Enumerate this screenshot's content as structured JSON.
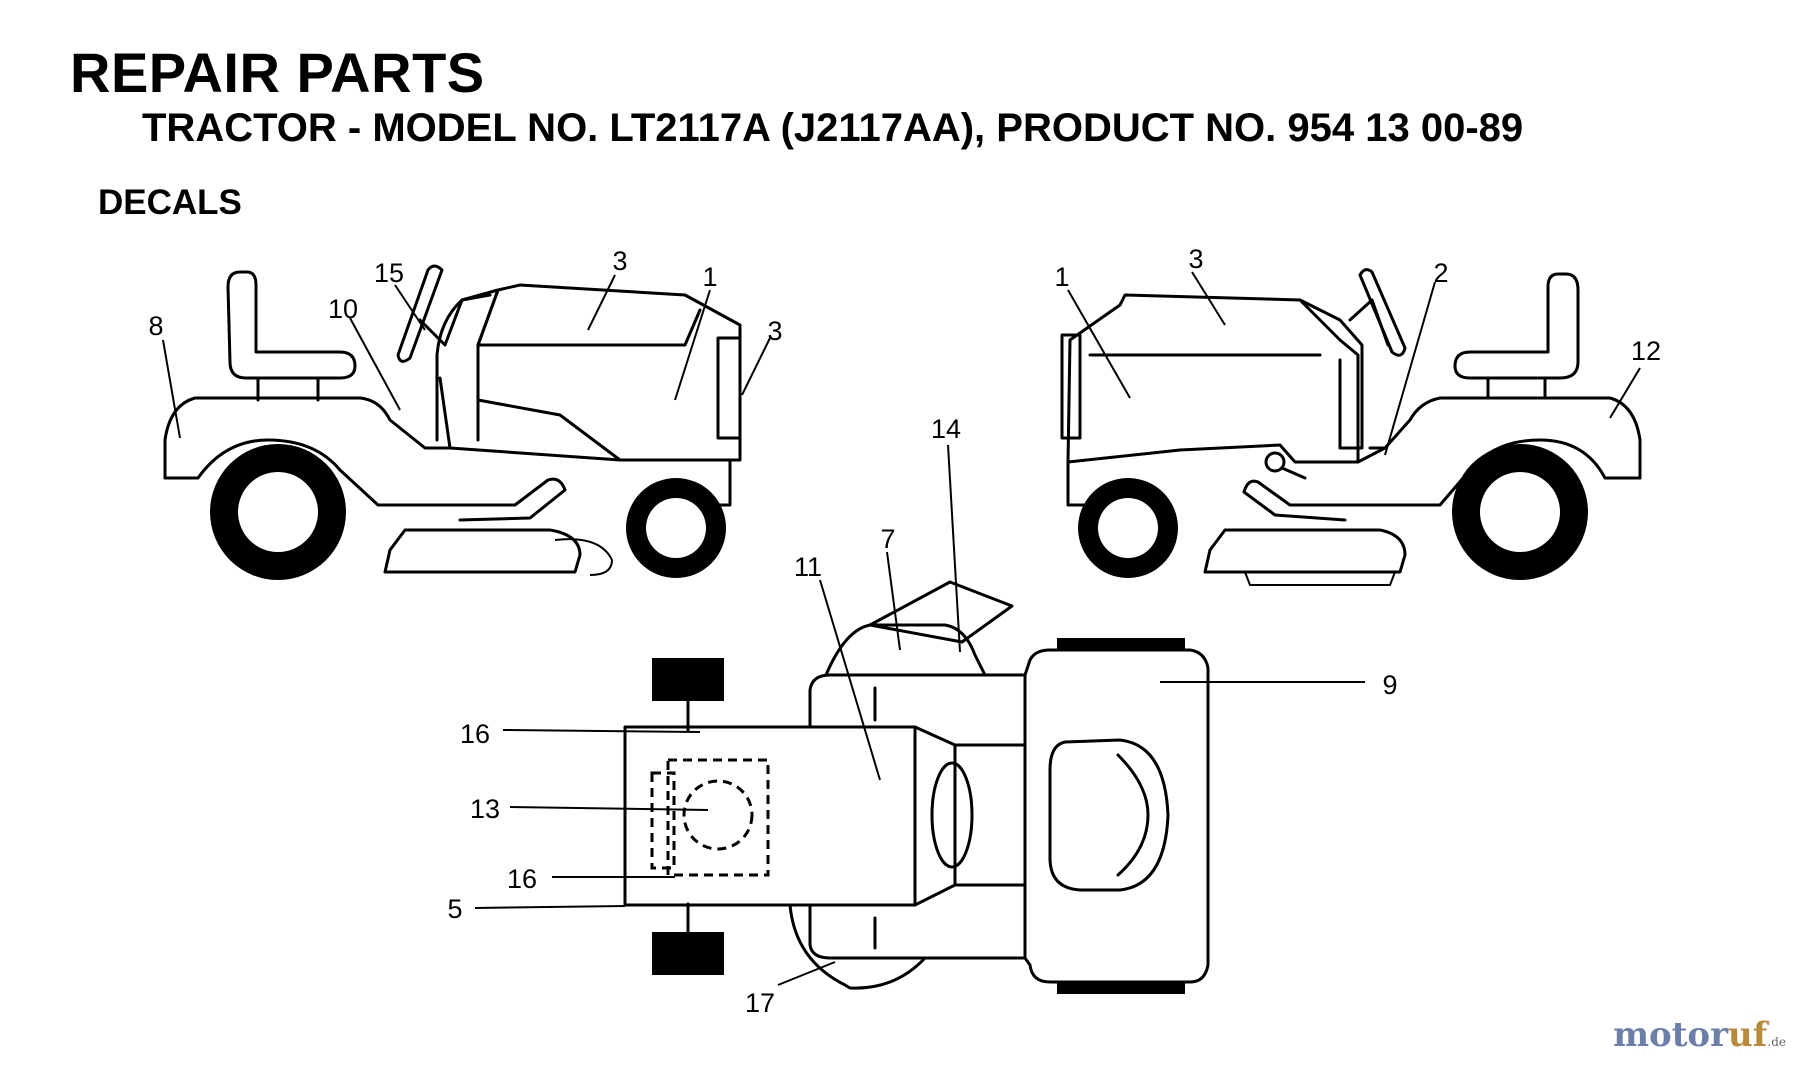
{
  "header": {
    "title": "REPAIR PARTS",
    "subtitle": "TRACTOR - MODEL NO. LT2117A (J2117AA),  PRODUCT NO. 954 13 00-89",
    "section": "DECALS"
  },
  "callouts": [
    "1",
    "1",
    "2",
    "3",
    "3",
    "3",
    "5",
    "7",
    "8",
    "9",
    "10",
    "11",
    "12",
    "13",
    "14",
    "15",
    "16",
    "16",
    "17"
  ],
  "watermark": {
    "part1": "motor",
    "part2": "uf",
    "part3": ".de"
  }
}
